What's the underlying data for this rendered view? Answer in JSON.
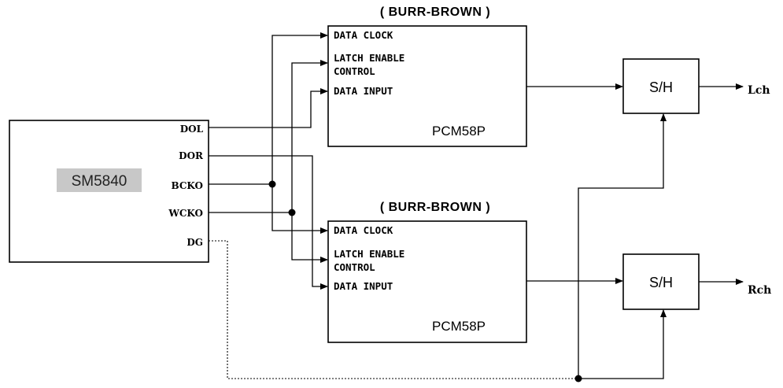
{
  "controller": {
    "name": "SM5840",
    "pins": [
      "DOL",
      "DOR",
      "BCKO",
      "WCKO",
      "DG"
    ]
  },
  "dacs": [
    {
      "vendor": "( BURR-BROWN )",
      "part": "PCM58P",
      "ports": [
        "DATA CLOCK",
        "LATCH ENABLE",
        "CONTROL",
        "DATA INPUT"
      ]
    },
    {
      "vendor": "( BURR-BROWN )",
      "part": "PCM58P",
      "ports": [
        "DATA CLOCK",
        "LATCH ENABLE",
        "CONTROL",
        "DATA INPUT"
      ]
    }
  ],
  "sample_holds": [
    {
      "label": "S/H",
      "output": "Lch"
    },
    {
      "label": "S/H",
      "output": "Rch"
    }
  ]
}
